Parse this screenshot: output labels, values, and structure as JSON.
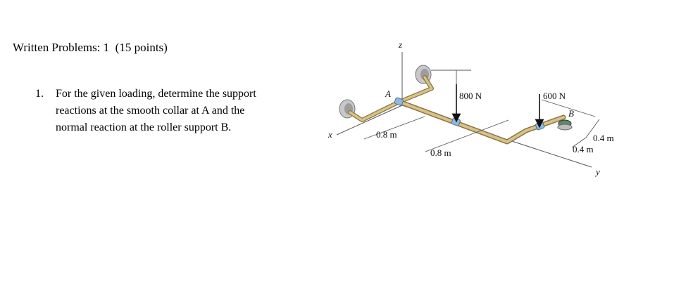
{
  "heading": "Written Problems: 1  (15 points)",
  "problem": {
    "number": "1.",
    "lines": [
      "For the given loading, determine the support",
      "reactions at the smooth collar at A and the",
      "normal reaction at the roller support B."
    ]
  },
  "figure": {
    "axis_x": "x",
    "axis_y": "y",
    "axis_z": "z",
    "point_a": "A",
    "point_b": "B",
    "force_1": "800 N",
    "force_2": "600 N",
    "dim_1": "0.8 m",
    "dim_2": "0.8 m",
    "dim_3": "0.4 m",
    "dim_4": "0.4 m",
    "colors": {
      "pipe": "#c9b27a",
      "pipe_edge": "#8a7540",
      "collar": "#8fb8dc",
      "bracket": "#bdbdbd"
    }
  }
}
